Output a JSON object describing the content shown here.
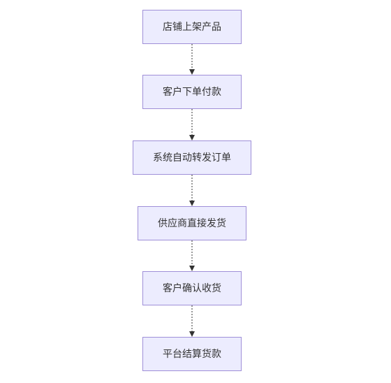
{
  "diagram": {
    "type": "flowchart",
    "direction": "top-to-bottom",
    "colors": {
      "node_fill": "#ececfe",
      "node_border": "#9f8fd8",
      "text": "#333333",
      "edge": "#333333"
    },
    "nodes": [
      {
        "id": "n1",
        "label": "店铺上架产品"
      },
      {
        "id": "n2",
        "label": "客户下单付款"
      },
      {
        "id": "n3",
        "label": "系统自动转发订单"
      },
      {
        "id": "n4",
        "label": "供应商直接发货"
      },
      {
        "id": "n5",
        "label": "客户确认收货"
      },
      {
        "id": "n6",
        "label": "平台结算货款"
      }
    ],
    "edges": [
      {
        "from": "n1",
        "to": "n2"
      },
      {
        "from": "n2",
        "to": "n3"
      },
      {
        "from": "n3",
        "to": "n4"
      },
      {
        "from": "n4",
        "to": "n5"
      },
      {
        "from": "n5",
        "to": "n6"
      }
    ]
  }
}
